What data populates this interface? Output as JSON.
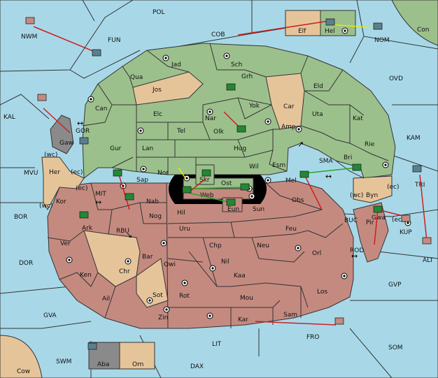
{
  "colors": {
    "sea": "#a8d8e8",
    "green": "#9cc08c",
    "red": "#c48a80",
    "tan": "#e6c49a",
    "gray": "#8a8a8a",
    "arrow_red": "#cc2020",
    "arrow_green": "#22aa22",
    "arrow_yellow": "#e8e800"
  },
  "sea_labels": [
    "POL",
    "COB",
    "FUN",
    "NWM",
    "NOM",
    "Con",
    "KAL",
    "OVD",
    "KAM",
    "MVU",
    "BOR",
    "DOR",
    "GVA",
    "SWM",
    "DAX",
    "LIT",
    "FRO",
    "SOM",
    "GVP",
    "ALT",
    "KUP",
    "TRI",
    "BUC",
    "ROD",
    "SMA",
    "MIT",
    "RBU",
    "GOR",
    "(wc)",
    "(ec)",
    "(wc)",
    "(ec)",
    "(ec)",
    "(wc)",
    "(ec)",
    "Cow"
  ],
  "land_labels": [
    "Jad",
    "Sch",
    "Qua",
    "Jos",
    "Grh",
    "Eld",
    "Can",
    "Yok",
    "Car",
    "Elc",
    "Nar",
    "Uta",
    "Kat",
    "Tel",
    "Olk",
    "Amp",
    "Gur",
    "Lan",
    "Hug",
    "Rie",
    "Bri",
    "Esm",
    "Wil",
    "Nor",
    "Skr",
    "Sap",
    "Ost",
    "Mel",
    "Web",
    "Byn",
    "Nab",
    "Eun",
    "Sun",
    "Obs",
    "Hil",
    "Nog",
    "Uru",
    "Feu",
    "Pir",
    "Gwa",
    "Ark",
    "Kor",
    "Her",
    "Gaw",
    "Ver",
    "Chp",
    "Neu",
    "Bar",
    "Qwi",
    "Nil",
    "Orl",
    "Ken",
    "Chr",
    "Kaa",
    "Sot",
    "Rot",
    "Los",
    "Ail",
    "Mou",
    "Zin",
    "Kar",
    "Sam",
    "Elf",
    "Hel",
    "Aba",
    "Orn"
  ]
}
